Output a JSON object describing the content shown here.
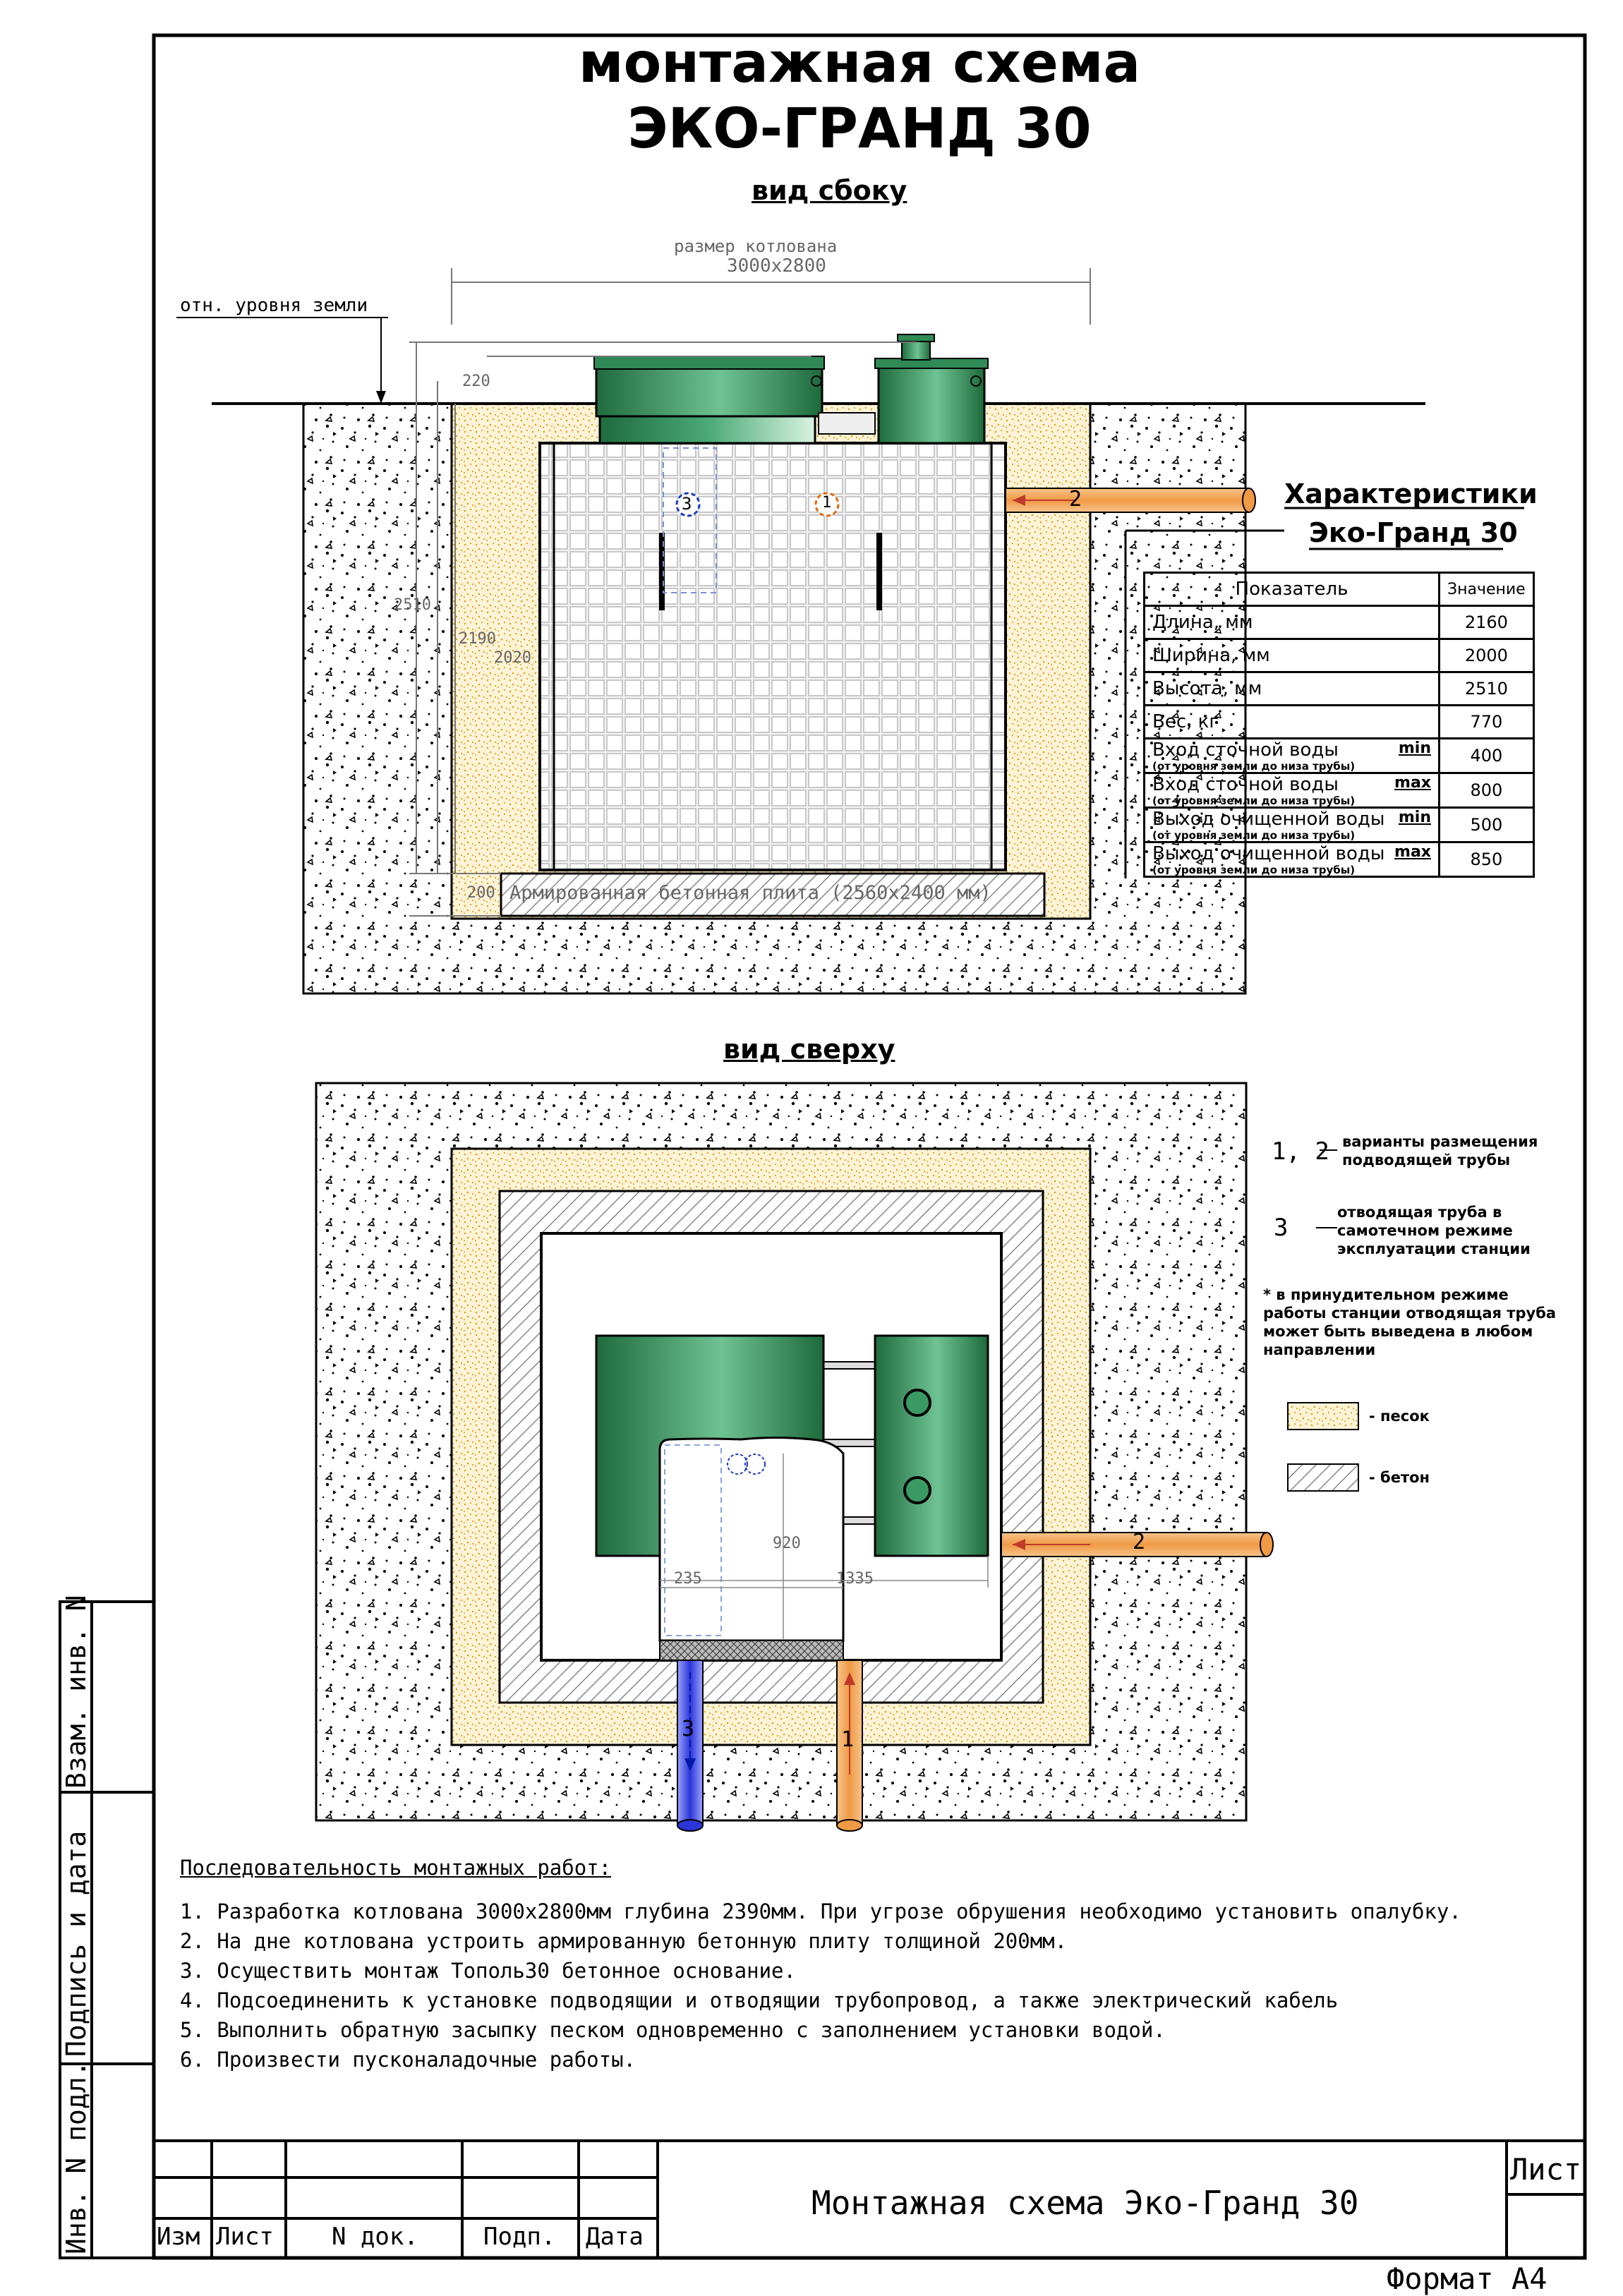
{
  "title": {
    "line1": "монтажная схема",
    "line2": "ЭКО-ГРАНД 30"
  },
  "side_view": {
    "heading": "вид сбоку",
    "pit_size_label": "размер котлована",
    "pit_size_value": "3000x2800",
    "ground_level_label": "отн. уровня земли",
    "dims": {
      "d220": "220",
      "d2510": "2510",
      "d2190": "2190",
      "d2020": "2020",
      "d200": "200"
    },
    "slab_label": "Армированная бетонная плита (2560x2400 мм)",
    "pipe_label": "2",
    "marker_3": "3",
    "marker_1": "1"
  },
  "characteristics": {
    "heading_line1": "Характеристики",
    "heading_line2": "Эко-Гранд 30",
    "col_param": "Показатель",
    "col_value": "Значение",
    "rows": [
      {
        "name": "Длина, мм",
        "sub": "",
        "mark": "",
        "value": "2160"
      },
      {
        "name": "Ширина, мм",
        "sub": "",
        "mark": "",
        "value": "2000"
      },
      {
        "name": "Высота, мм",
        "sub": "",
        "mark": "",
        "value": "2510"
      },
      {
        "name": "Вес, кг",
        "sub": "",
        "mark": "",
        "value": "770"
      },
      {
        "name": "Вход сточной воды",
        "sub": "(от уровня земли до низа трубы)",
        "mark": "min",
        "value": "400"
      },
      {
        "name": "Вход сточной воды",
        "sub": "(от уровня земли до низа трубы)",
        "mark": "max",
        "value": "800"
      },
      {
        "name": "Выход очищенной воды",
        "sub": "(от уровня земли до низа трубы)",
        "mark": "min",
        "value": "500"
      },
      {
        "name": "Выход очищенной воды",
        "sub": "(от уровня земли до низа трубы)",
        "mark": "max",
        "value": "850"
      }
    ]
  },
  "top_view": {
    "heading": "вид сверху",
    "dims": {
      "d920": "920",
      "d235": "235",
      "d1335": "1335"
    },
    "pipe2": "2",
    "pipe3": "3",
    "pipe1": "1"
  },
  "legend": {
    "l12_nums": "1, 2",
    "l12_text": "варианты размещения подводящей трубы",
    "l3_num": "3",
    "l3_text": "отводящая труба в самотечном режиме эксплуатации станции",
    "note": "* в принудительном режиме работы станции отводящая труба может быть выведена в любом направлении",
    "sand": "- песок",
    "concrete": "- бетон"
  },
  "steps": {
    "header": "Последовательность монтажных работ:",
    "items": [
      "1. Разработка котлована 3000x2800мм глубина 2390мм. При угрозе обрушения необходимо установить опалубку.",
      "2. На дне котлована устроить армированную бетонную плиту толщиной 200мм.",
      "3. Осуществить монтаж Тополь30 бетонное основание.",
      "4. Подсоединенить к установке подводящии и отводящии трубопровод, а также электрический кабель",
      "5. Выполнить обратную засыпку песком одновременно с заполнением установки водой.",
      "6. Произвести пусконаладочные работы."
    ]
  },
  "stamp": {
    "izm": "Изм",
    "list": "Лист",
    "ndok": "N док.",
    "podp": "Подп.",
    "data": "Дата",
    "doc_title": "Монтажная схема Эко-Гранд 30",
    "list_right": "Лист",
    "format": "Формат А4"
  },
  "side_strip": {
    "inv_podl": "Инв. N подл.",
    "podpis": "Подпись и дата",
    "vzam": "Взам. инв. N"
  }
}
